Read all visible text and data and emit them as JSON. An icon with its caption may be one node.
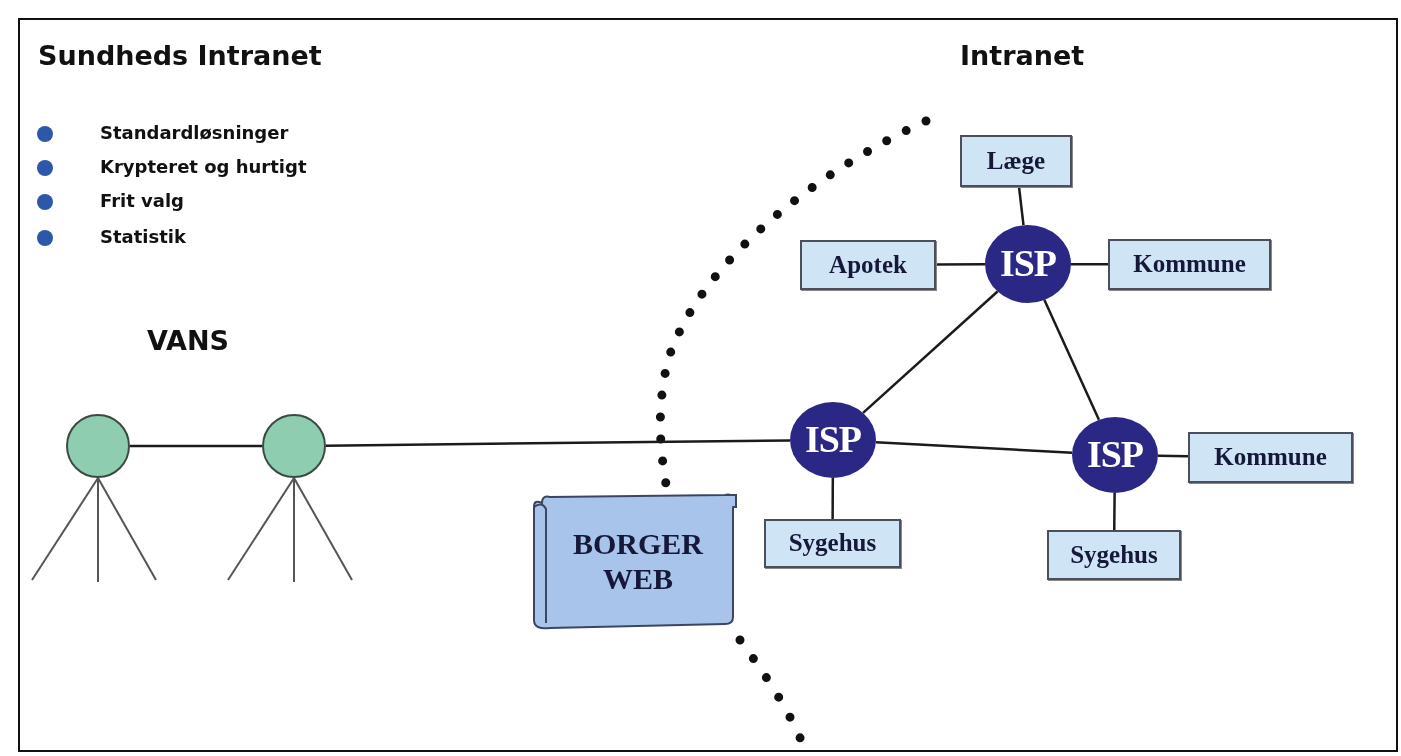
{
  "diagram": {
    "title": "Sundheds Intranet",
    "nodes": [
      {
        "text": [
          "Læge"
        ]
      },
      {
        "text": [
          "Apotek"
        ]
      },
      {
        "text": [
          "ISP"
        ]
      },
      {
        "text": [
          "Kommune"
        ]
      },
      {
        "text": [],
        "shape": "circle"
      },
      {
        "text": [],
        "shape": "circle"
      },
      {
        "text": [
          "ISP"
        ]
      },
      {
        "text": [
          "ISP"
        ]
      },
      {
        "text": [
          "Kommune"
        ]
      },
      {
        "text": [
          "BORGER WEB"
        ]
      },
      {
        "text": [
          "Sygehus"
        ]
      },
      {
        "text": [
          "Sygehus"
        ]
      }
    ],
    "edges": [
      {
        "from": 4,
        "to": 5,
        "arrow": "none"
      },
      {
        "from": 5,
        "to": 6,
        "arrow": "none"
      },
      {
        "from": 0,
        "to": 2,
        "arrow": "none"
      },
      {
        "from": 1,
        "to": 2,
        "arrow": "none"
      },
      {
        "from": 2,
        "to": 3,
        "arrow": "none"
      },
      {
        "from": 2,
        "to": 6,
        "arrow": "none"
      },
      {
        "from": 2,
        "to": 7,
        "arrow": "none"
      },
      {
        "from": 6,
        "to": 7,
        "arrow": "none"
      },
      {
        "from": 7,
        "to": 8,
        "arrow": "none"
      },
      {
        "from": 6,
        "to": 10,
        "arrow": "none"
      },
      {
        "from": 7,
        "to": 11,
        "arrow": "none"
      }
    ],
    "labels": [
      "Standardløsninger",
      "Krypteret og hurtigt",
      "Frit valg",
      "Statistik",
      "Intranet",
      "VANS"
    ]
  }
}
